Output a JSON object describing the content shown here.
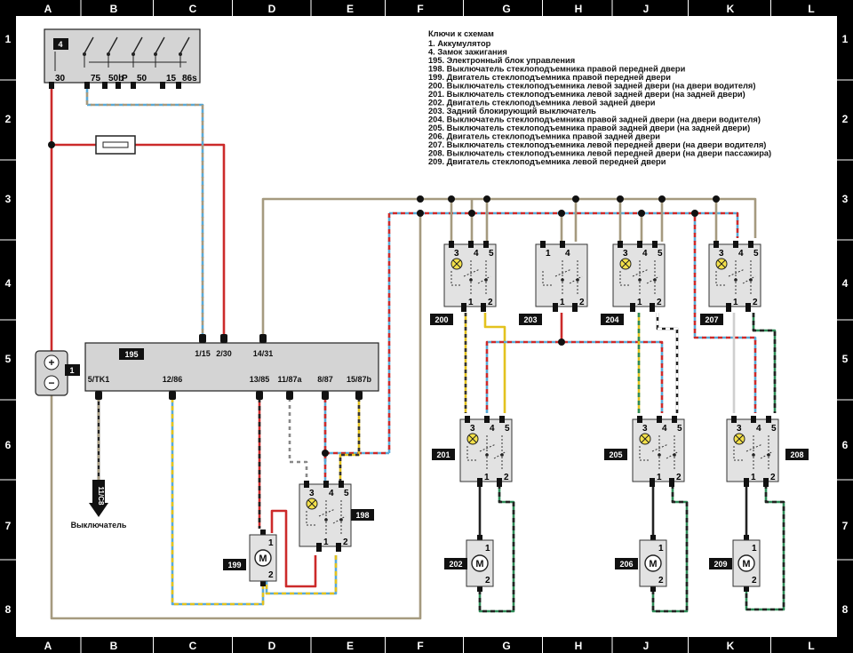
{
  "grid": {
    "cols": [
      "A",
      "B",
      "C",
      "D",
      "E",
      "F",
      "G",
      "H",
      "J",
      "K",
      "L"
    ],
    "rows": [
      "1",
      "2",
      "3",
      "4",
      "5",
      "6",
      "7",
      "8"
    ]
  },
  "legend": {
    "title": "Ключи к схемам",
    "items": [
      "1. Аккумулятор",
      "4. Замок зажигания",
      "195. Электронный блок управления",
      "198. Выключатель стеклоподъемника правой передней двери",
      "199. Двигатель стеклоподъемника правой передней двери",
      "200. Выключатель стеклоподъемника левой задней двери (на двери водителя)",
      "201. Выключатель стеклоподъемника левой задней двери (на задней двери)",
      "202. Двигатель стеклоподъемника левой задней двери",
      "203. Задний блокирующий выключатель",
      "204. Выключатель стеклоподъемника правой задней двери (на двери водителя)",
      "205. Выключатель стеклоподъемника правой задней двери (на задней двери)",
      "206. Двигатель стеклоподъемника правой задней двери",
      "207. Выключатель стеклоподъемника левой передней двери (на двери водителя)",
      "208. Выключатель стеклоподъемника левой передней двери (на двери пассажира)",
      "209. Двигатель стеклоподъемника левой передней двери"
    ]
  },
  "components": {
    "ignition": {
      "tag": "4",
      "pins": [
        "30",
        "75",
        "50b",
        "P",
        "50",
        "15",
        "86s"
      ]
    },
    "battery": {
      "tag": "1",
      "plus": "+",
      "minus": "−"
    },
    "ecu": {
      "tag": "195",
      "top_pins": [
        "1/15",
        "2/30",
        "14/31"
      ],
      "bottom_pins": [
        "5/TK1",
        "12/86",
        "13/85",
        "11/87a",
        "8/87",
        "15/87b"
      ]
    },
    "switch_198": {
      "tag": "198"
    },
    "motor_199": {
      "tag": "199"
    },
    "switch_200": {
      "tag": "200"
    },
    "switch_201": {
      "tag": "201"
    },
    "motor_202": {
      "tag": "202"
    },
    "switch_203": {
      "tag": "203"
    },
    "switch_204": {
      "tag": "204"
    },
    "switch_205": {
      "tag": "205"
    },
    "motor_206": {
      "tag": "206"
    },
    "switch_207": {
      "tag": "207"
    },
    "switch_208": {
      "tag": "208"
    },
    "motor_209": {
      "tag": "209"
    },
    "connector": {
      "code": "11/C8",
      "label": "Выключатель"
    }
  },
  "pin_labels": {
    "p1": "1",
    "p2": "2",
    "p3": "3",
    "p4": "4",
    "p5": "5",
    "motor": "M"
  },
  "colors": {
    "red": "#cc2a2a",
    "beige": "#a59a7f",
    "blue": "#5aa9d6",
    "yellow": "#e3c21e",
    "green": "#2e8b57",
    "black": "#222222",
    "white": "#ffffff",
    "frame": "#000000",
    "paper": "#ffffff"
  }
}
